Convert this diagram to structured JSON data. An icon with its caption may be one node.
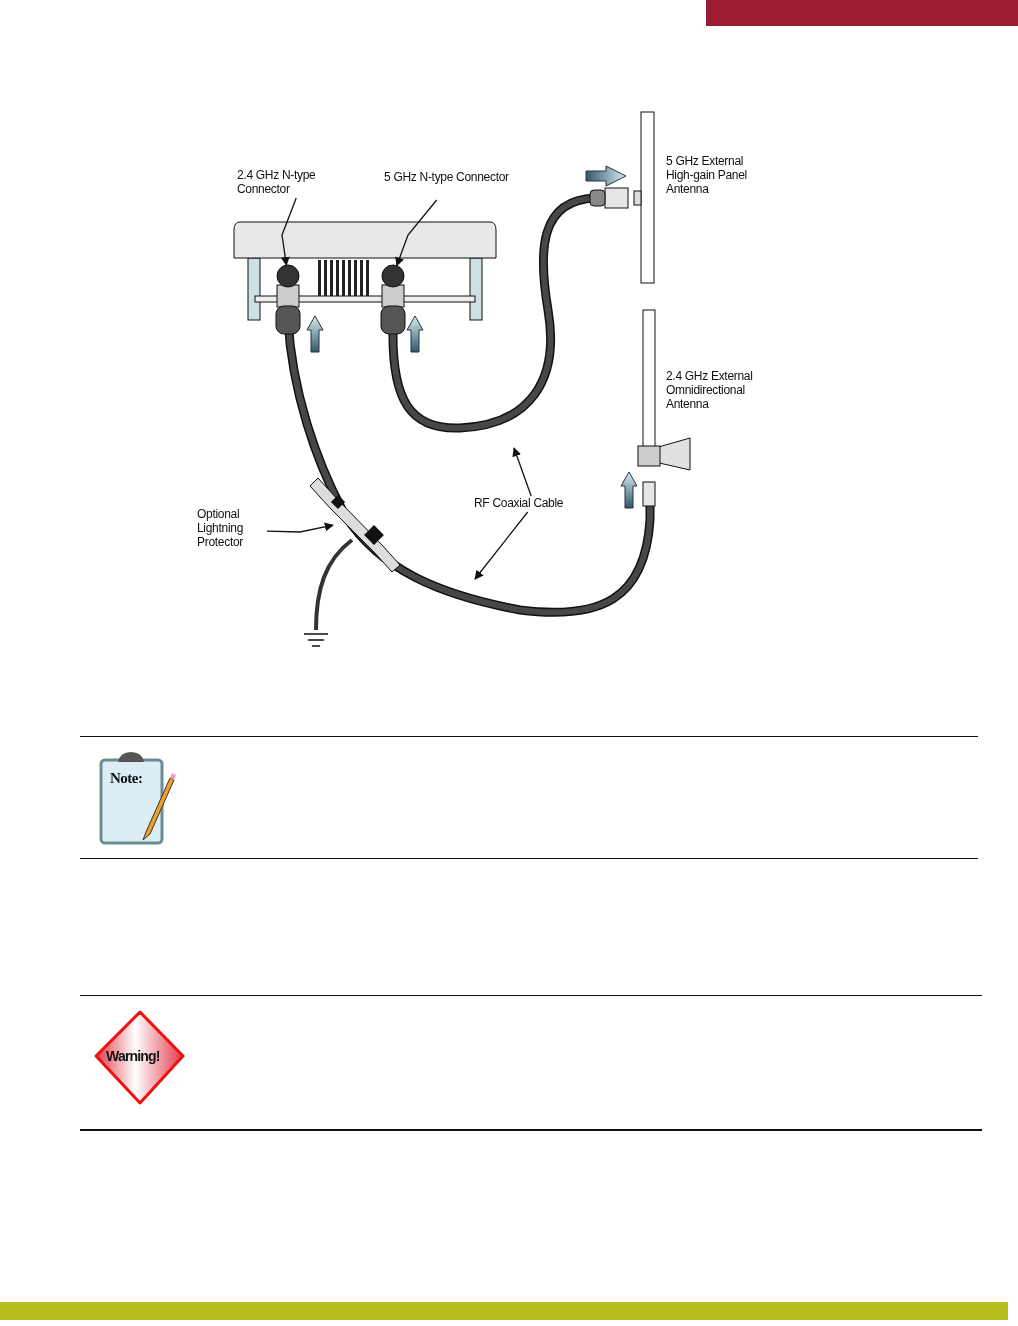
{
  "diagram": {
    "nodes": [
      {
        "text": [
          "2.4 GHz N-type Connector"
        ]
      },
      {
        "text": [],
        "shape": "circle"
      },
      {
        "text": [
          "5 GHz N-type Connector"
        ]
      },
      {
        "text": [],
        "shape": "circle"
      },
      {
        "text": [
          "Optional Lightning Protector"
        ]
      },
      {
        "text": [],
        "shape": "box"
      },
      {
        "text": [
          "RF Coaxial Cable"
        ]
      }
    ],
    "edges": [
      {
        "from": 0,
        "to": 1,
        "arrow": "to"
      },
      {
        "from": 2,
        "to": 3,
        "arrow": "to"
      },
      {
        "from": 4,
        "to": 5,
        "arrow": "to"
      },
      {
        "from": 6,
        "to": null,
        "arrow": "to"
      },
      {
        "from": 6,
        "to": null,
        "arrow": "to"
      }
    ],
    "labels": [
      "5 GHz External High-gain Panel Antenna",
      "2.4 GHz External Omnidirectional Antenna",
      "Note:",
      "Warning!"
    ]
  }
}
